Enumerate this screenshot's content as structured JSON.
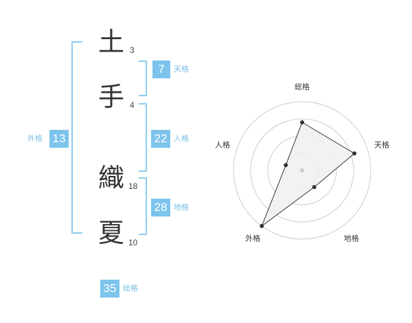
{
  "name": {
    "chars": [
      {
        "char": "土",
        "strokes": "3"
      },
      {
        "char": "手",
        "strokes": "4"
      },
      {
        "char": "織",
        "strokes": "18"
      },
      {
        "char": "夏",
        "strokes": "10"
      }
    ]
  },
  "fortunes": {
    "tenkaku": {
      "value": "7",
      "label": "天格"
    },
    "jinkaku": {
      "value": "22",
      "label": "人格"
    },
    "chikaku": {
      "value": "28",
      "label": "地格"
    },
    "gaikaku": {
      "value": "13",
      "label": "外格"
    },
    "soukaku": {
      "value": "35",
      "label": "総格"
    }
  },
  "chart_data": {
    "type": "radar",
    "axes": [
      "総格",
      "天格",
      "地格",
      "外格",
      "人格"
    ],
    "values": [
      0.7,
      0.8,
      0.3,
      1.0,
      0.25
    ],
    "rings": 4,
    "colors": {
      "fill": "#f0f0f0",
      "line": "#333333",
      "grid": "#cccccc",
      "center": "#cccccc"
    }
  },
  "colors": {
    "accent": "#7dc4ec",
    "label": "#7bbfe6"
  }
}
